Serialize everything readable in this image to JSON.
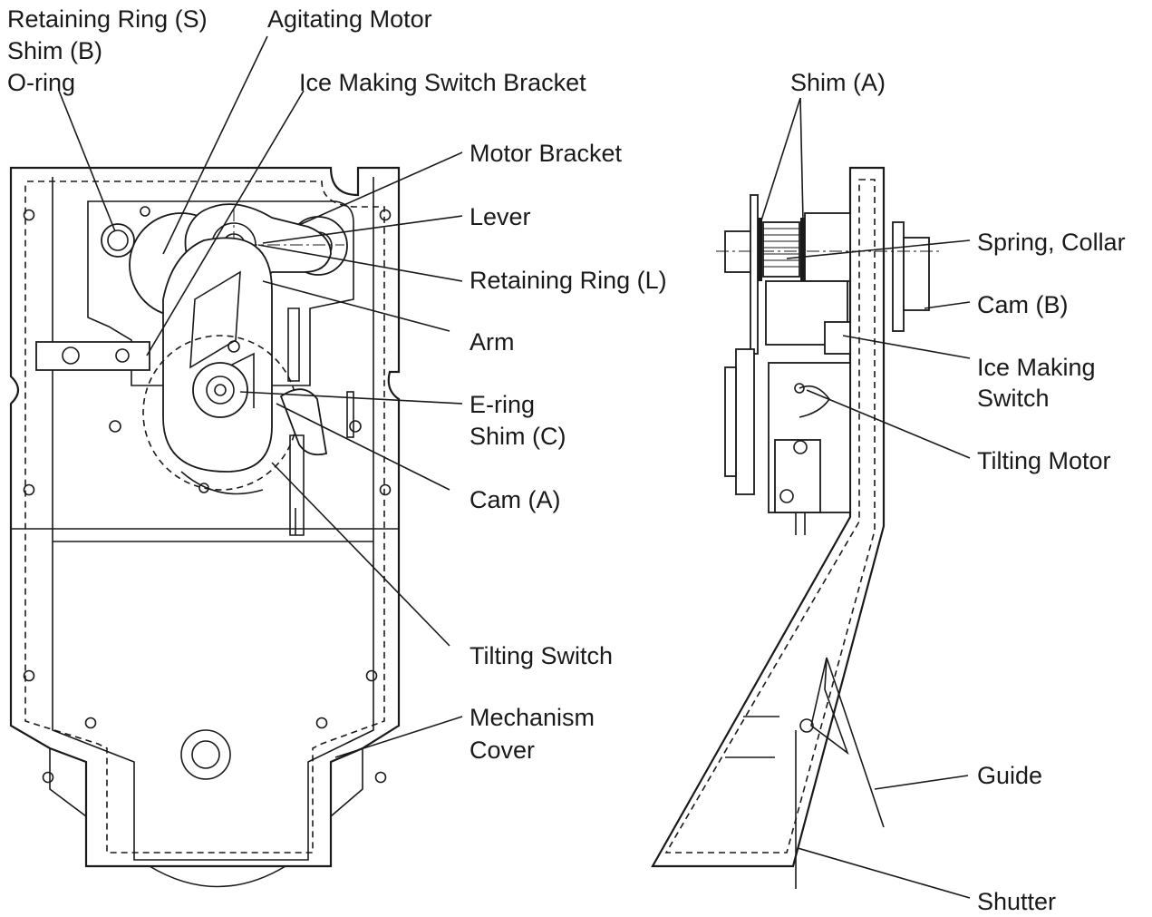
{
  "diagram": {
    "labels": {
      "retaining_ring_s": "Retaining Ring (S)",
      "shim_b": "Shim (B)",
      "o_ring": "O-ring",
      "agitating_motor": "Agitating Motor",
      "ice_making_switch_bracket": "Ice Making Switch Bracket",
      "motor_bracket": "Motor Bracket",
      "lever": "Lever",
      "retaining_ring_l": "Retaining Ring (L)",
      "arm": "Arm",
      "e_ring": "E-ring",
      "shim_c": "Shim (C)",
      "cam_a": "Cam (A)",
      "tilting_switch": "Tilting Switch",
      "mechanism_cover_1": "Mechanism",
      "mechanism_cover_2": "Cover",
      "shim_a": "Shim (A)",
      "spring_collar": "Spring, Collar",
      "cam_b": "Cam (B)",
      "ice_making_switch_1": "Ice Making",
      "ice_making_switch_2": "Switch",
      "tilting_motor": "Tilting Motor",
      "guide": "Guide",
      "shutter": "Shutter"
    }
  }
}
